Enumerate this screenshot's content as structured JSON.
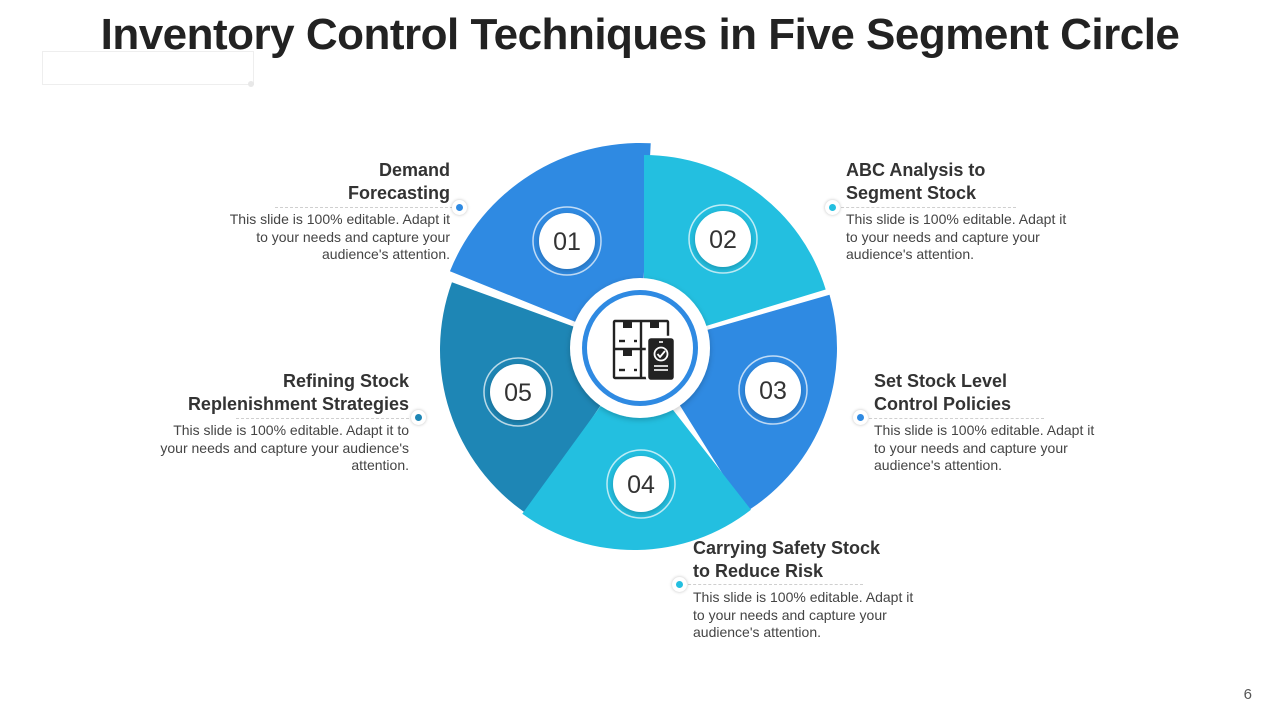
{
  "title": "Inventory Control Techniques in Five Segment Circle",
  "page_number": "6",
  "center_icon": "inventory-mobile-check-icon",
  "colors": {
    "blue": "#2f8ae2",
    "cyan": "#23bfe0",
    "teal": "#1e86b5",
    "heading": "#333333",
    "body_text": "#444444"
  },
  "segments": [
    {
      "number": "01",
      "heading": "Demand\nForecasting",
      "description": "This slide is 100% editable. Adapt it to your needs and capture your audience's attention.",
      "color": "#2f8ae2"
    },
    {
      "number": "02",
      "heading": "ABC Analysis to\nSegment Stock",
      "description": "This slide is 100% editable. Adapt it to your needs and capture your audience's attention.",
      "color": "#23bfe0"
    },
    {
      "number": "03",
      "heading": "Set Stock Level\nControl Policies",
      "description": "This slide is 100% editable. Adapt it to your needs and capture your audience's attention.",
      "color": "#2f8ae2"
    },
    {
      "number": "04",
      "heading": "Carrying Safety Stock\nto Reduce Risk",
      "description": "This slide is 100% editable. Adapt it to your needs and capture your audience's attention.",
      "color": "#23bfe0"
    },
    {
      "number": "05",
      "heading": "Refining Stock\nReplenishment Strategies",
      "description": "This slide is 100% editable. Adapt it to your needs and capture your audience's attention.",
      "color": "#1e86b5"
    }
  ]
}
